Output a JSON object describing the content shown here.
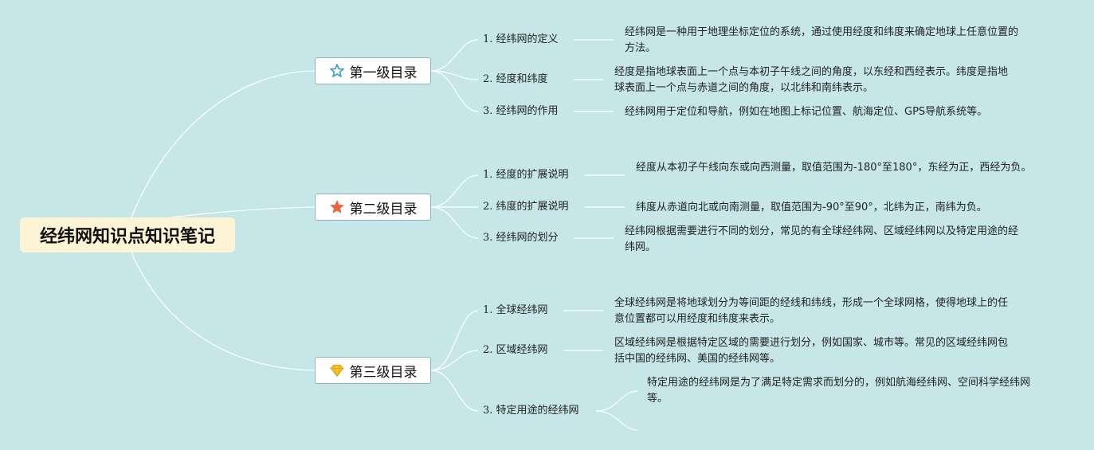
{
  "root": {
    "title": "经纬网知识点知识笔记"
  },
  "sections": [
    {
      "title": "第一级目录",
      "icon": "star-outline-icon",
      "items": [
        {
          "label": "1. 经纬网的定义",
          "desc": "经纬网是一种用于地理坐标定位的系统，通过使用经度和纬度来确定地球上任意位置的方法。"
        },
        {
          "label": "2. 经度和纬度",
          "desc": "经度是指地球表面上一个点与本初子午线之间的角度，以东经和西经表示。纬度是指地球表面上一个点与赤道之间的角度，以北纬和南纬表示。"
        },
        {
          "label": "3. 经纬网的作用",
          "desc": "经纬网用于定位和导航，例如在地图上标记位置、航海定位、GPS导航系统等。"
        }
      ]
    },
    {
      "title": "第二级目录",
      "icon": "star-filled-icon",
      "items": [
        {
          "label": "1. 经度的扩展说明",
          "desc": "经度从本初子午线向东或向西测量，取值范围为-180°至180°，东经为正，西经为负。"
        },
        {
          "label": "2. 纬度的扩展说明",
          "desc": "纬度从赤道向北或向南测量，取值范围为-90°至90°，北纬为正，南纬为负。"
        },
        {
          "label": "3. 经纬网的划分",
          "desc": "经纬网根据需要进行不同的划分，常见的有全球经纬网、区域经纬网以及特定用途的经纬网。"
        }
      ]
    },
    {
      "title": "第三级目录",
      "icon": "diamond-icon",
      "items": [
        {
          "label": "1. 全球经纬网",
          "desc": "全球经纬网是将地球划分为等间距的经线和纬线，形成一个全球网格，使得地球上的任意位置都可以用经度和纬度来表示。"
        },
        {
          "label": "2. 区域经纬网",
          "desc": "区域经纬网是根据特定区域的需要进行划分，例如国家、城市等。常见的区域经纬网包括中国的经纬网、美国的经纬网等。"
        },
        {
          "label": "3. 特定用途的经纬网",
          "desc": "特定用途的经纬网是为了满足特定需求而划分的，例如航海经纬网、空间科学经纬网等。"
        }
      ]
    }
  ],
  "colors": {
    "background": "#c6e6e8",
    "root_fill": "#fdf4d6",
    "connector": "#ffffff",
    "star_outline": "#3a9fd6",
    "star_filled": "#e8663a",
    "diamond": "#f2c530"
  }
}
